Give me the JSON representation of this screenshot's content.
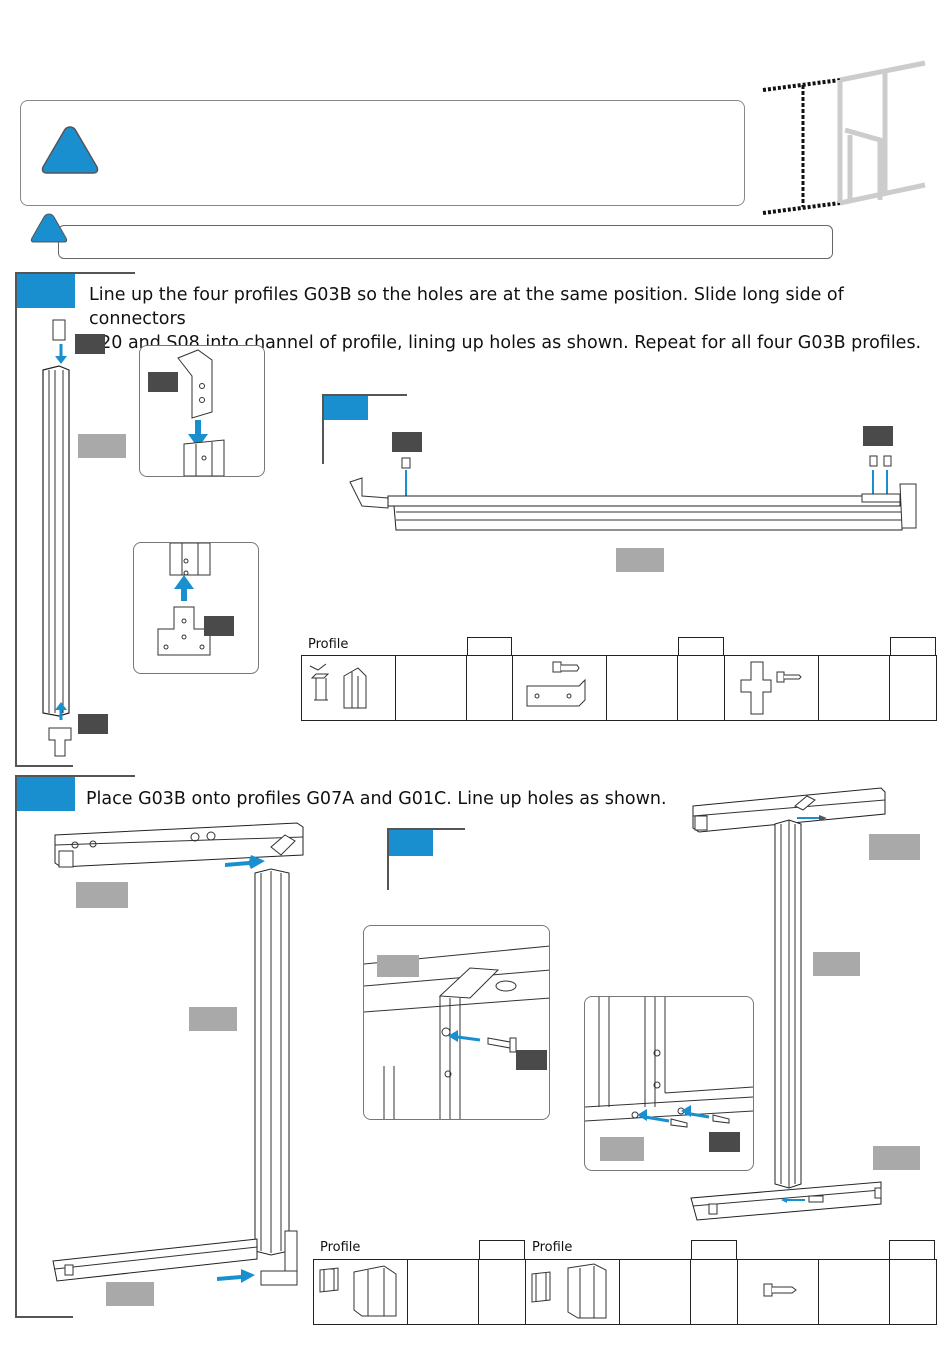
{
  "step1": {
    "instruction_line1": "Line up the four profiles G03B so the holes are at the same position. Slide long side of connectors",
    "instruction_line2": "S20 and S08 into channel of profile, lining up holes as shown.  Repeat for all four G03B profiles."
  },
  "step2": {
    "instruction": "Place G03B onto profiles G07A and G01C. Line up holes as shown."
  },
  "parts_table_1": {
    "profile_header": "Profile"
  },
  "parts_table_2": {
    "profile_header_a": "Profile",
    "profile_header_b": "Profile"
  },
  "colors": {
    "accent": "#1a8fcf",
    "dark_label": "#4a4a4a",
    "grey_label": "#a9a9a9"
  }
}
